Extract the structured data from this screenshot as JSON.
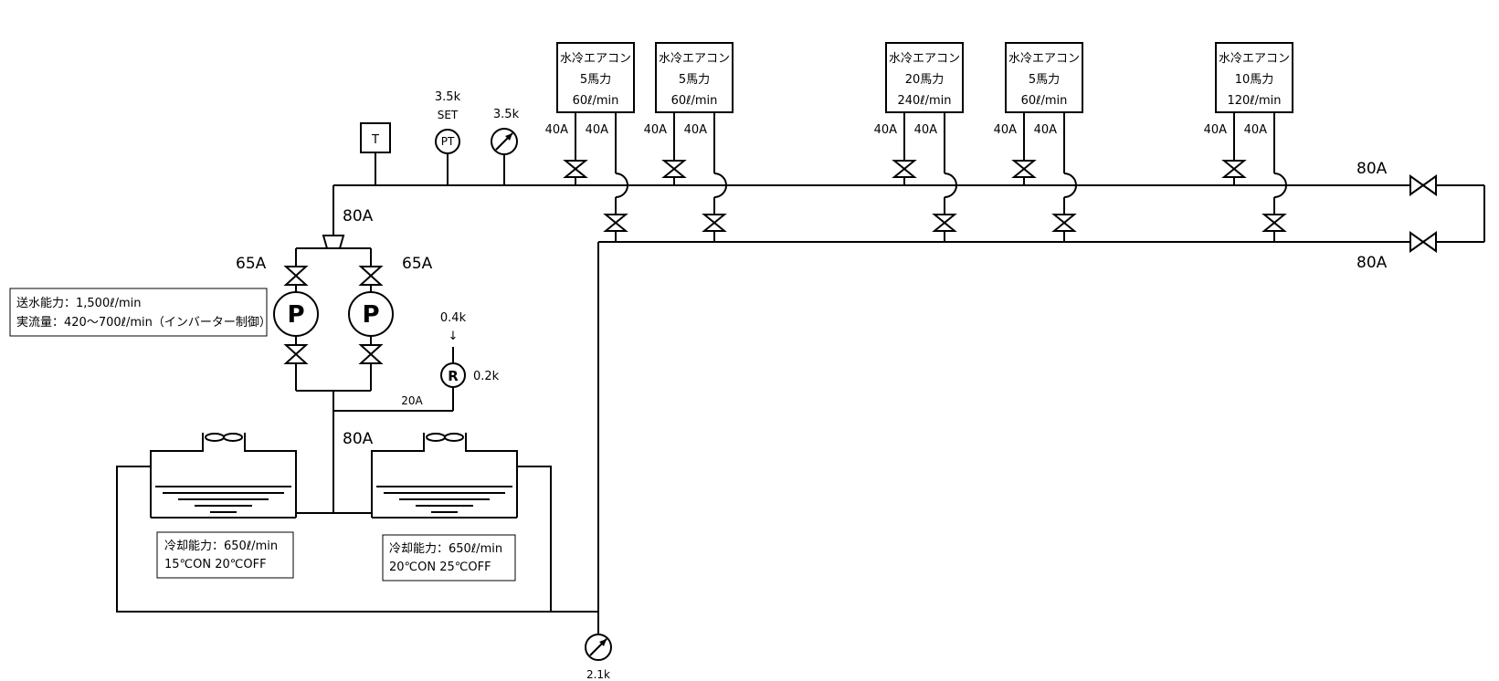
{
  "units": [
    {
      "name": "水冷エアコン",
      "power": "5馬力",
      "flow": "60ℓ/min",
      "supply": "40A",
      "return": "40A"
    },
    {
      "name": "水冷エアコン",
      "power": "5馬力",
      "flow": "60ℓ/min",
      "supply": "40A",
      "return": "40A"
    },
    {
      "name": "水冷エアコン",
      "power": "20馬力",
      "flow": "240ℓ/min",
      "supply": "40A",
      "return": "40A"
    },
    {
      "name": "水冷エアコン",
      "power": "5馬力",
      "flow": "60ℓ/min",
      "supply": "40A",
      "return": "40A"
    },
    {
      "name": "水冷エアコン",
      "power": "10馬力",
      "flow": "120ℓ/min",
      "supply": "40A",
      "return": "40A"
    }
  ],
  "pipes": {
    "supply_main": "80A",
    "return_main": "80A",
    "pump_header": "80A",
    "pump_left": "65A",
    "pump_right": "65A",
    "tank_header": "80A",
    "bypass": "20A"
  },
  "instruments": {
    "thermo": "T",
    "pt_label": "PT",
    "pt_value": "3.5k",
    "pt_set": "SET",
    "gauge_top": "3.5k",
    "gauge_bottom": "2.1k",
    "relief": "R",
    "relief_set": "0.4k",
    "relief_arrow": "↓",
    "relief_value": "0.2k"
  },
  "pumps": {
    "symbol": "P",
    "note_line1": "送水能力：1,500ℓ/min",
    "note_line2": "実流量：420～700ℓ/min（インバーター制御）"
  },
  "towers": [
    {
      "line1": "冷却能力：650ℓ/min",
      "line2": "15℃ON  20℃OFF"
    },
    {
      "line1": "冷却能力：650ℓ/min",
      "line2": "20℃ON  25℃OFF"
    }
  ]
}
